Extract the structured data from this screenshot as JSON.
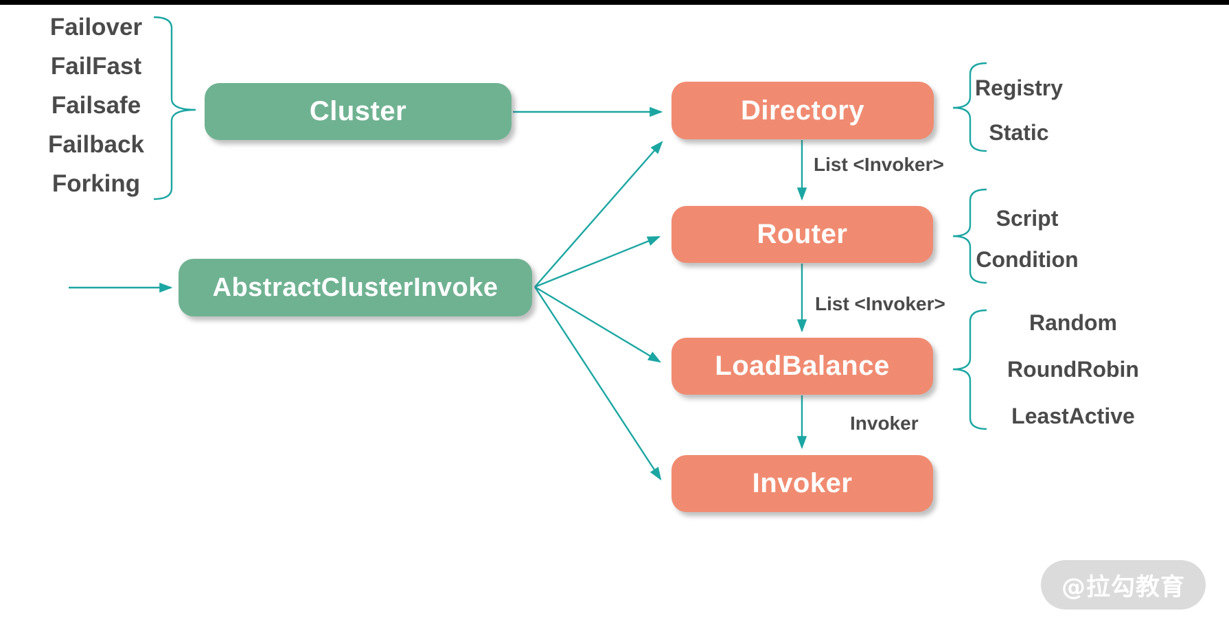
{
  "nodes": {
    "cluster": "Cluster",
    "abstract_cluster_invoke": "AbstractClusterInvoke",
    "directory": "Directory",
    "router": "Router",
    "load_balance": "LoadBalance",
    "invoker": "Invoker"
  },
  "cluster_strategies": [
    "Failover",
    "FailFast",
    "Failsafe",
    "Failback",
    "Forking"
  ],
  "directory_types": [
    "Registry",
    "Static"
  ],
  "router_types": [
    "Script",
    "Condition"
  ],
  "load_balance_types": [
    "Random",
    "RoundRobin",
    "LeastActive"
  ],
  "edge_labels": {
    "directory_to_router": "List <Invoker>",
    "router_to_load_balance": "List <Invoker>",
    "load_balance_to_invoker": "Invoker"
  },
  "watermark": "@拉勾教育",
  "colors": {
    "green": "#6FB292",
    "orange": "#F08B71",
    "teal": "#1BA6A2",
    "textgray": "#4A4A4A",
    "barblack": "#000000",
    "wmbg": "#DBDBDB",
    "wmtext": "#FFFFFF"
  }
}
